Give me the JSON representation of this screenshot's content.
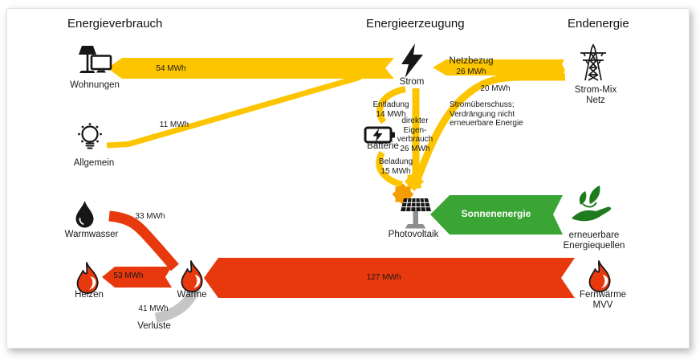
{
  "colors": {
    "electricity": "#FDC500",
    "heat": "#E8380D",
    "renewable": "#3AA435",
    "loss": "#C5C5C5",
    "sun": "#F59C00"
  },
  "headers": {
    "consumption": "Energieverbrauch",
    "generation": "Energieerzeugung",
    "final_energy": "Endenergie"
  },
  "nodes": {
    "wohnungen": {
      "label": "Wohnungen",
      "icon": "lamp-tv-icon"
    },
    "allgemein": {
      "label": "Allgemein",
      "icon": "lightbulb-icon"
    },
    "warmwasser": {
      "label": "Warmwasser",
      "icon": "droplet-icon"
    },
    "heizen": {
      "label": "Heizen",
      "icon": "flame-icon"
    },
    "waerme": {
      "label": "Wärme",
      "icon": "flame-icon"
    },
    "verluste": {
      "label": "Verluste"
    },
    "strom": {
      "label": "Strom",
      "icon": "lightning-icon"
    },
    "batterie": {
      "label": "Batterie",
      "icon": "battery-icon"
    },
    "photovoltaik": {
      "label": "Photovoltaik",
      "icon": "solar-panel-icon"
    },
    "strom_mix_netz": {
      "label_line1": "Strom-Mix",
      "label_line2": "Netz",
      "icon": "power-pylon-icon"
    },
    "erneuerbare": {
      "label_line1": "erneuerbare",
      "label_line2": "Energiequellen",
      "icon": "hand-leaves-icon"
    },
    "fernwaerme": {
      "label_line1": "Fernwärme",
      "label_line2": "MVV",
      "icon": "flame-icon"
    }
  },
  "flows": {
    "strom_zu_wohnungen": {
      "value": "54 MWh"
    },
    "strom_zu_allgemein": {
      "value": "11 MWh"
    },
    "netzbezug": {
      "label": "Netzbezug",
      "value": "26 MWh"
    },
    "stromueberschuss": {
      "value": "20 MWh",
      "note_line1": "Stromüberschuss;",
      "note_line2": "Verdrängung nicht",
      "note_line3": "erneuerbare Energie"
    },
    "entladung": {
      "label": "Entladung",
      "value": "14 MWh"
    },
    "eigenverbrauch": {
      "label_line1": "direkter",
      "label_line2": "Eigen-",
      "label_line3": "verbrauch",
      "value": "26 MWh"
    },
    "beladung": {
      "label": "Beladung",
      "value": "15 MWh"
    },
    "sonnenenergie": {
      "label": "Sonnenenergie"
    },
    "waerme_zu_warmwasser": {
      "value": "33 MWh"
    },
    "waerme_zu_heizen": {
      "value": "53 MWh"
    },
    "fernwaerme_zu_waerme": {
      "value": "127 MWh"
    },
    "verluste_flow": {
      "value": "41 MWh"
    }
  }
}
